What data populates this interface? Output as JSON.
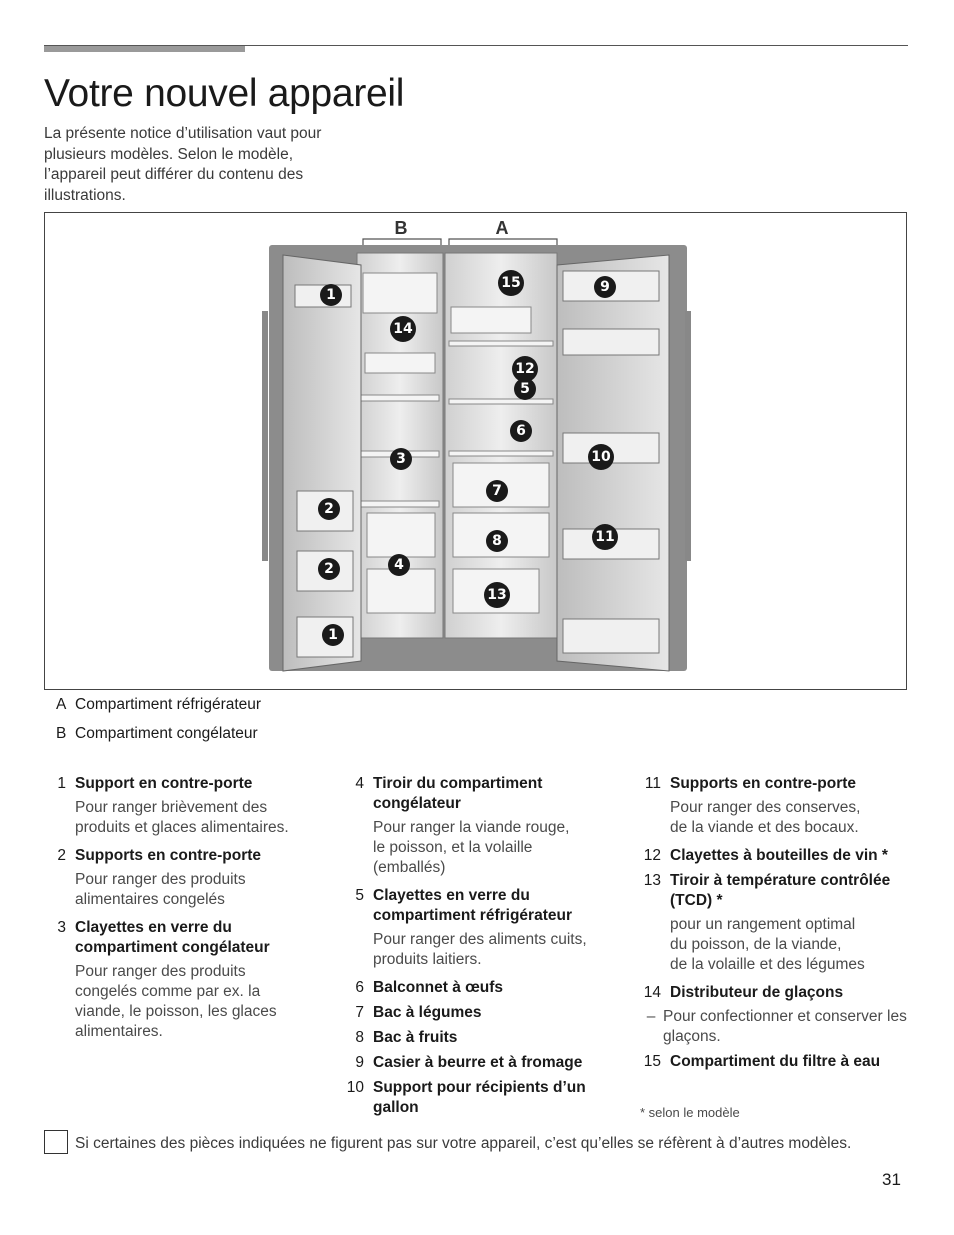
{
  "header": {
    "title": "Votre nouvel appareil"
  },
  "intro": "La présente notice d’utilisation vaut pour plusieurs modèles. Selon le modèle, l’appareil peut différer du contenu des illustrations.",
  "figure": {
    "section_labels": [
      "B",
      "A"
    ],
    "badges": [
      "1",
      "14",
      "15",
      "9",
      "12",
      "5",
      "6",
      "3",
      "10",
      "7",
      "2",
      "8",
      "11",
      "2",
      "4",
      "13",
      "1"
    ]
  },
  "compartments": [
    {
      "key": "A",
      "label": "Compartiment réfrigérateur"
    },
    {
      "key": "B",
      "label": "Compartiment congélateur"
    }
  ],
  "items_col1": [
    {
      "num": "1",
      "label": "Support en contre-porte",
      "desc": "Pour ranger brièvement des\nproduits et glaces alimentaires."
    },
    {
      "num": "2",
      "label": "Supports en contre-porte",
      "desc": "Pour ranger des produits\nalimentaires congelés"
    },
    {
      "num": "3",
      "label": "Clayettes en verre du\ncompartiment congélateur",
      "desc": "Pour ranger des produits\ncongelés comme par ex. la\nviande, le poisson, les glaces\nalimentaires."
    }
  ],
  "items_col2": [
    {
      "num": "4",
      "label": "Tiroir du compartiment\ncongélateur",
      "desc": "Pour ranger la viande rouge,\nle poisson, et la volaille\n(emballés)"
    },
    {
      "num": "5",
      "label": "Clayettes en verre du\ncompartiment réfrigérateur",
      "desc": "Pour ranger des aliments cuits,\nproduits laitiers."
    },
    {
      "num": "6",
      "label": "Balconnet à œufs"
    },
    {
      "num": "7",
      "label": "Bac à légumes"
    },
    {
      "num": "8",
      "label": "Bac à fruits"
    },
    {
      "num": "9",
      "label": "Casier à beurre et à fromage"
    },
    {
      "num": "10",
      "label": "Support pour récipients d’un\ngallon"
    }
  ],
  "items_col3": [
    {
      "num": "11",
      "label": "Supports en contre-porte",
      "desc": "Pour ranger des conserves,\nde la viande et des bocaux."
    },
    {
      "num": "12",
      "label": "Clayettes à bouteilles de vin *"
    },
    {
      "num": "13",
      "label": "Tiroir à température contrôlée\n(TCD) *",
      "desc": "pour un rangement optimal\ndu poisson, de la viande,\nde la volaille et des légumes"
    },
    {
      "num": "14",
      "label": "Distributeur de glaçons",
      "dash": "–",
      "dash_text": "Pour confectionner et conserver les glaçons."
    },
    {
      "num": "15",
      "label": "Compartiment du filtre à eau"
    }
  ],
  "footnote": "*  selon le modèle",
  "note": "Si certaines des pièces indiquées ne figurent pas sur votre appareil, c’est qu’elles se réfèrent à d’autres modèles.",
  "page_number": "31"
}
